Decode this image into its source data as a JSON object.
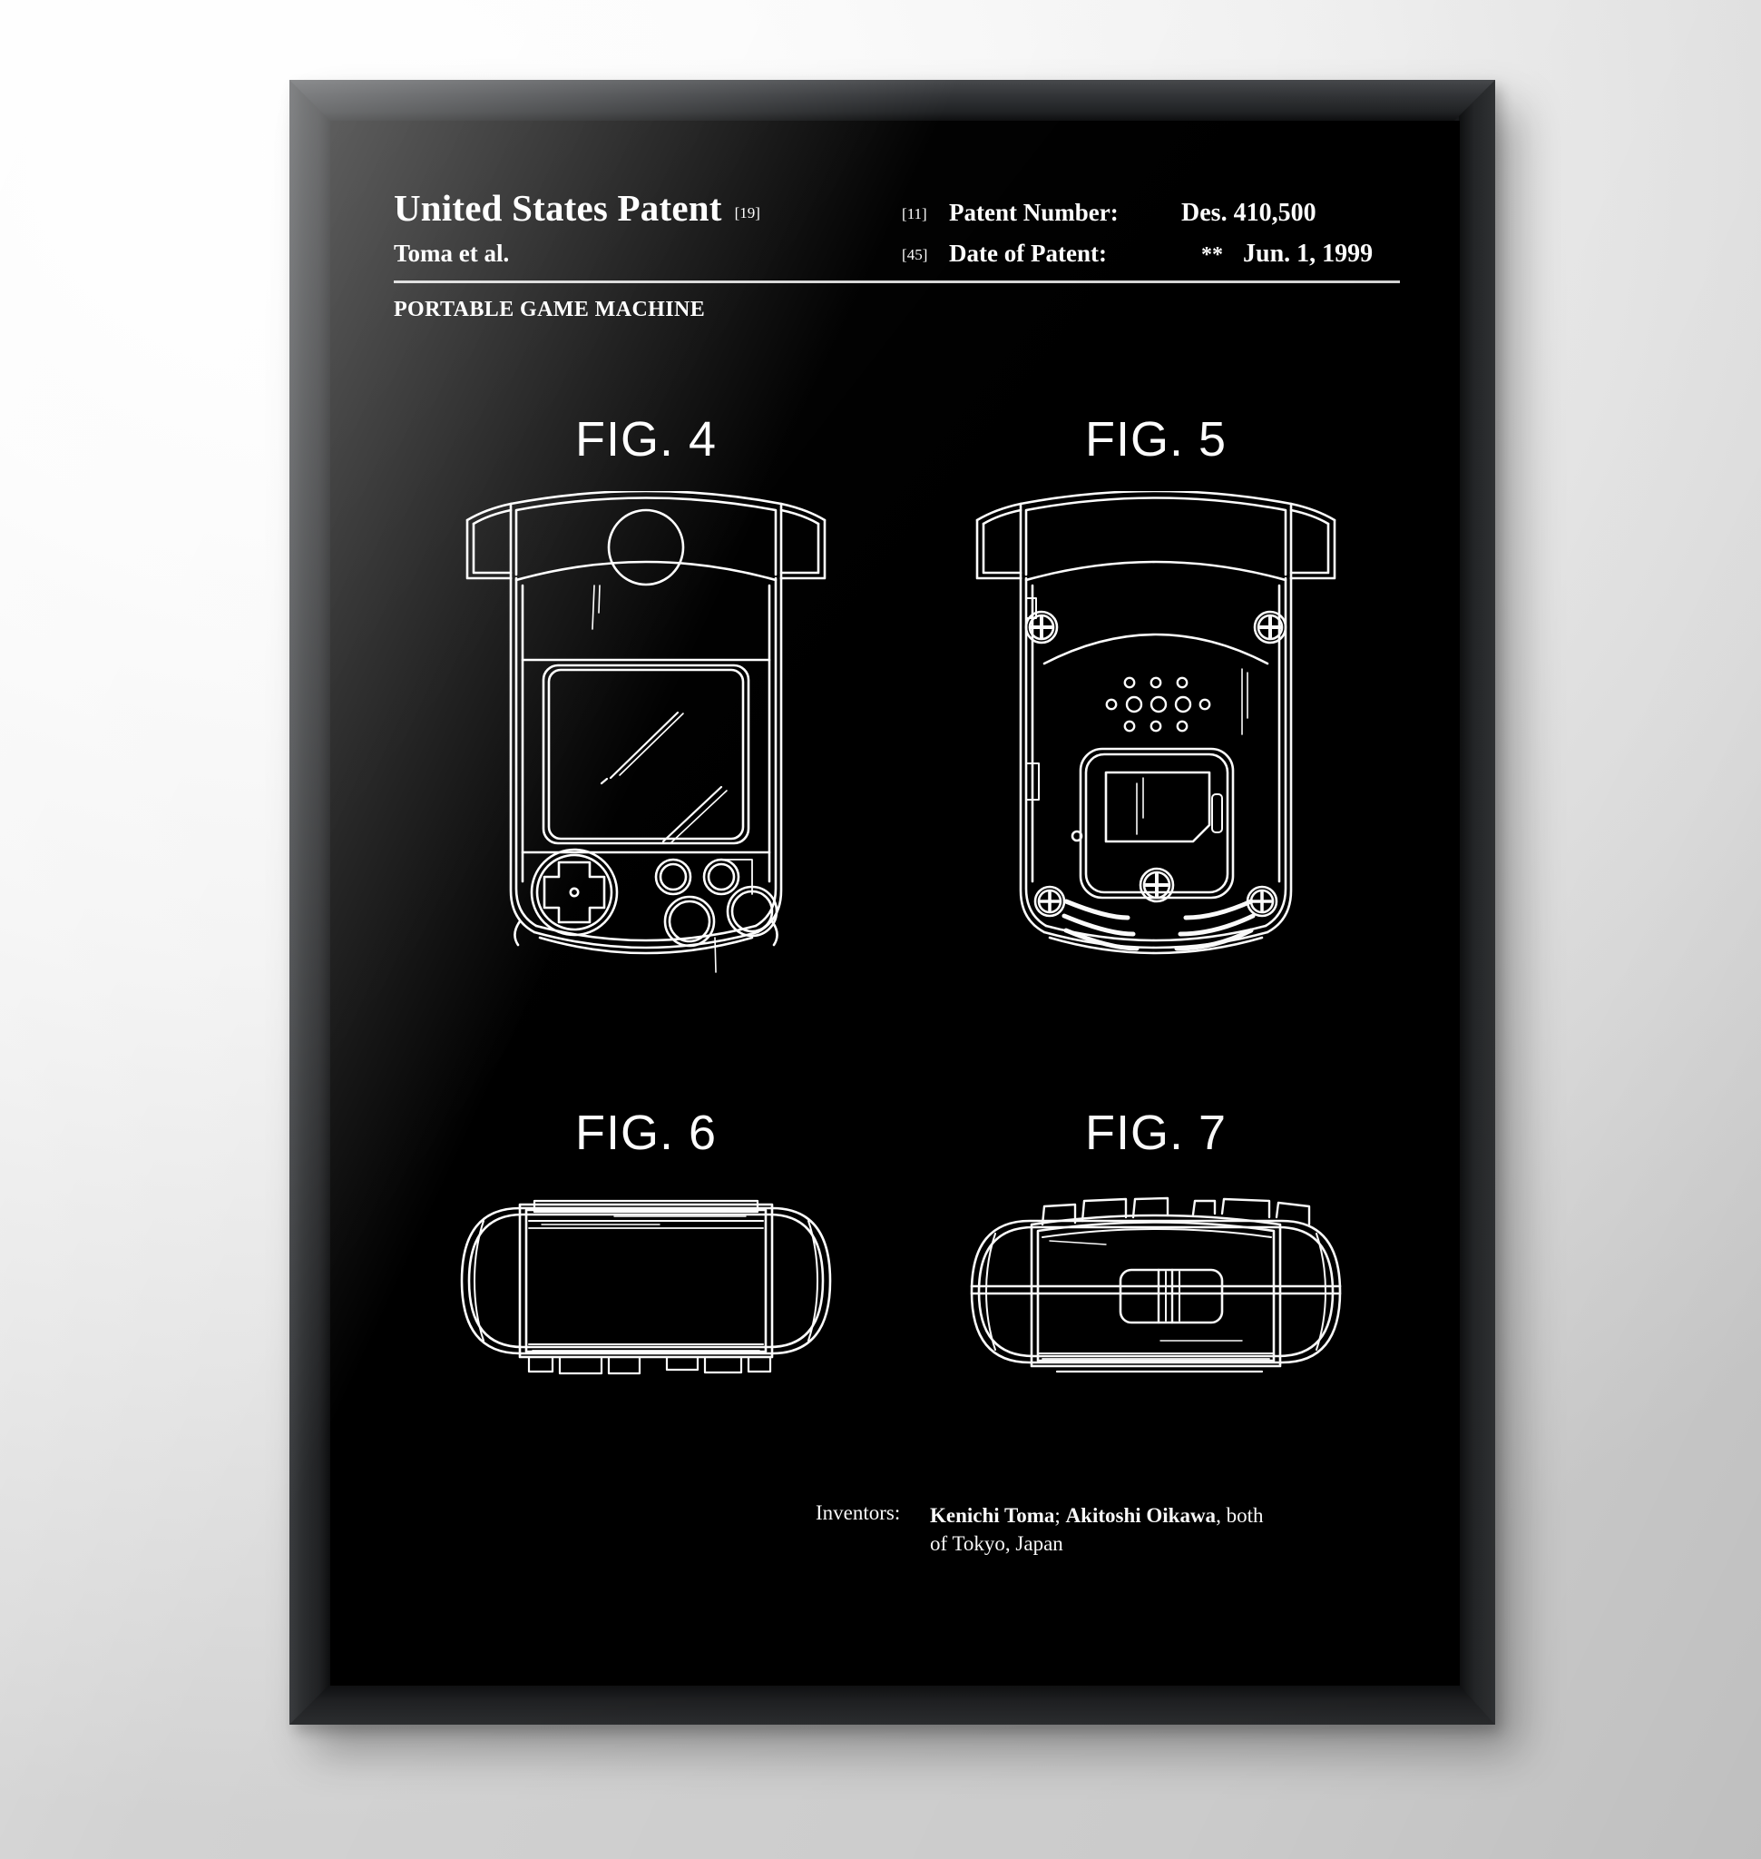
{
  "wall": {
    "color": "#e9e9e9"
  },
  "frame": {
    "color": "#17181a"
  },
  "poster": {
    "background": "#000000",
    "ink": "#ffffff"
  },
  "header": {
    "office": "United States Patent",
    "office_ref": "[19]",
    "authors": "Toma et al.",
    "patent_number_ref": "[11]",
    "patent_number_label": "Patent Number:",
    "patent_number": "Des. 410,500",
    "date_ref": "[45]",
    "date_label": "Date of Patent:",
    "date_stars": "**",
    "date": "Jun. 1, 1999",
    "invention_title": "PORTABLE GAME MACHINE"
  },
  "figures": [
    {
      "id": "fig4",
      "label": "FIG. 4",
      "view": "front-elevation",
      "description": "Front view of portable game machine: arched top shell, circular power indicator, rectangular display screen with reflection hatching, cross-shaped directional pad in a round recess, two small round buttons and two large round action buttons"
    },
    {
      "id": "fig5",
      "label": "FIG. 5",
      "view": "rear-elevation",
      "description": "Rear view: four phillips-head screws, nine-hole speaker grille, battery compartment door with cartridge slot outline and center screw, curved grip ribs along lower edge"
    },
    {
      "id": "fig6",
      "label": "FIG. 6",
      "view": "top-plan",
      "description": "Top edge view: elongated rounded body with seam lines and lower tabs"
    },
    {
      "id": "fig7",
      "label": "FIG. 7",
      "view": "bottom-plan",
      "description": "Bottom edge view: shoulder tabs across the top, central connector port block with ribbed slot, horizontal parting lines"
    }
  ],
  "footer": {
    "inventors_label": "Inventors:",
    "inventor_1": "Kenichi Toma",
    "inventor_separator": "; ",
    "inventor_2": "Akitoshi Oikawa",
    "inventors_suffix": ", both",
    "inventors_line2": "of Tokyo, Japan"
  }
}
